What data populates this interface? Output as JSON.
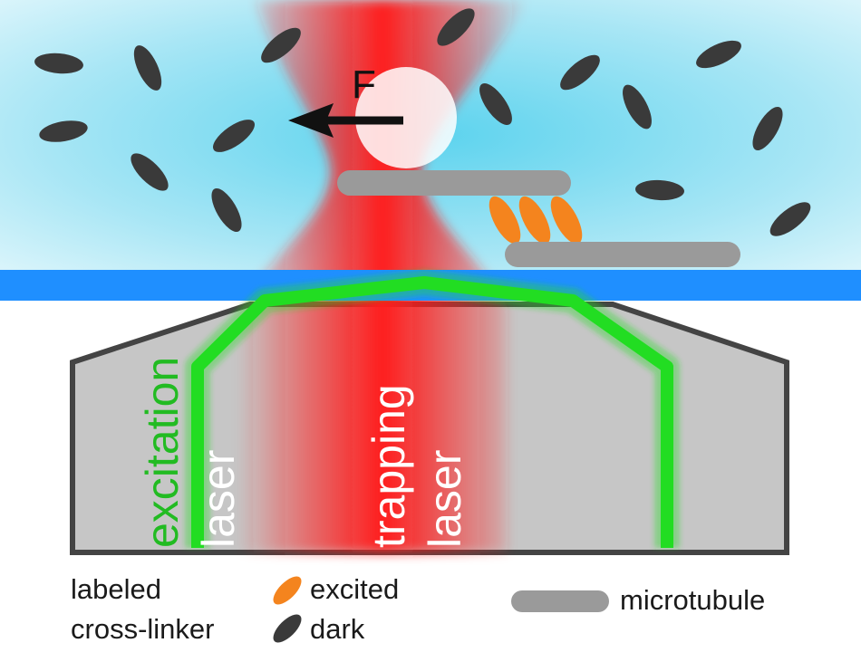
{
  "labels": {
    "force": "F",
    "excitation_line1": "excitation",
    "excitation_line2": "laser",
    "trapping_line1": "trapping",
    "trapping_line2": "laser"
  },
  "legend": {
    "labeled_line1": "labeled",
    "labeled_line2": "cross-linker",
    "excited": "excited",
    "dark": "dark",
    "microtubule": "microtubule"
  },
  "colors": {
    "solution": "#5cd3ee",
    "coverslip": "#1f8fff",
    "trapping_laser": "#ff2222",
    "excitation_laser": "#22dd22",
    "excited_crosslinker": "#f4841e",
    "dark_crosslinker": "#3a3a3a",
    "microtubule": "#9a9a9a",
    "objective": "#c6c6c6",
    "objective_outline": "#444444"
  }
}
